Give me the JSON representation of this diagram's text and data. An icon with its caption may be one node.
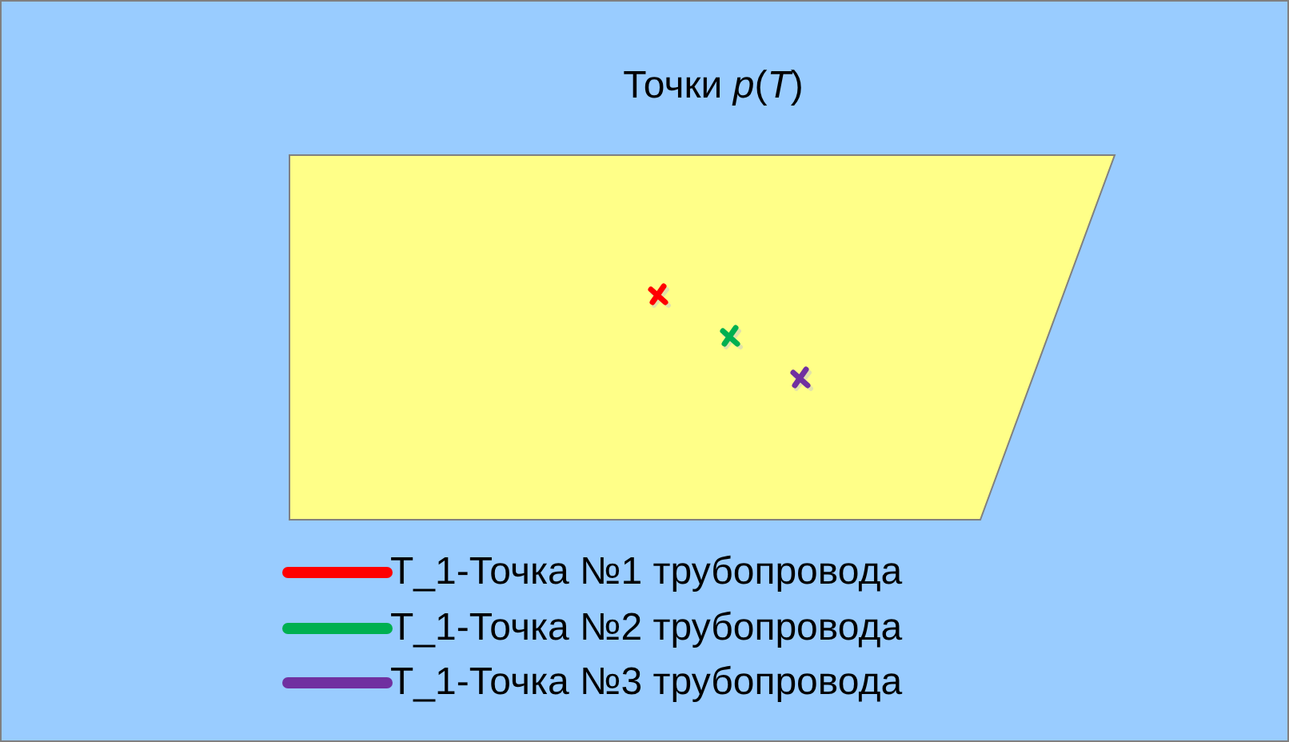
{
  "diagram": {
    "title": "Точки *p*(*T*)",
    "legend": [
      {
        "text": "T_1-Точка №1 трубопровода",
        "color": "#ff0000"
      },
      {
        "text": "T_1-Точка №2 трубопровода",
        "color": "#00b050"
      },
      {
        "text": "T_1-Точка №3 трубопровода",
        "color": "#7030a0"
      }
    ]
  }
}
